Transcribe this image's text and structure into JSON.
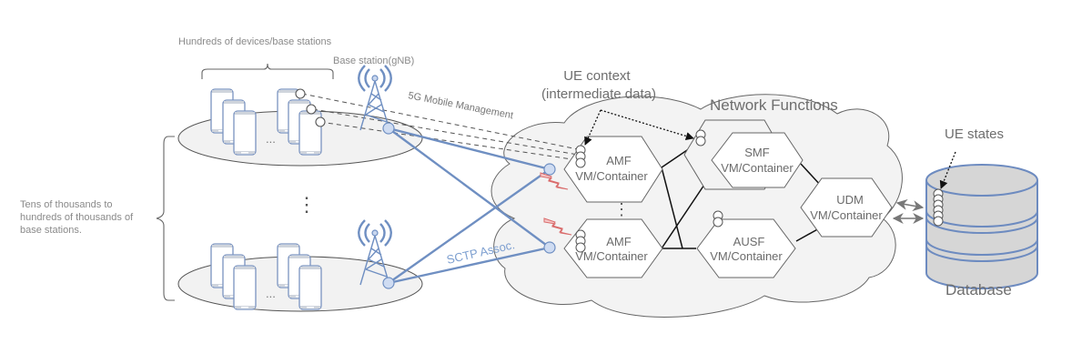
{
  "labels": {
    "hundreds_devices": "Hundreds of devices/base stations",
    "base_station": "Base station(gNB)",
    "tens_of_thousands": [
      "Tens of thousands to",
      "hundreds of thousands of",
      "base stations."
    ],
    "mobile_management": "5G Mobile Management",
    "ue_context": [
      "UE context",
      "(intermediate data)"
    ],
    "network_functions": "Network Functions",
    "ue_states": "UE states",
    "database": "Database",
    "sctp_assoc": "SCTP Assoc.",
    "ellipsis_h": "...",
    "ellipsis_v": "⋮"
  },
  "network_functions": [
    {
      "id": "amf-top",
      "name": "AMF",
      "sub": "VM/Container"
    },
    {
      "id": "smf",
      "name": "SMF",
      "sub": "VM/Container"
    },
    {
      "id": "udm",
      "name": "UDM",
      "sub": "VM/Container"
    },
    {
      "id": "amf-bottom",
      "name": "AMF",
      "sub": "VM/Container"
    },
    {
      "id": "ausf",
      "name": "AUSF",
      "sub": "VM/Container"
    }
  ],
  "colors": {
    "link_blue": "#6f8fc2",
    "phone_border": "#7a93bf",
    "cloud_fill": "#f3f3f3",
    "db_fill": "#d6d6d6",
    "db_border": "#6d8bc0",
    "alert_red": "#e07a7a"
  }
}
